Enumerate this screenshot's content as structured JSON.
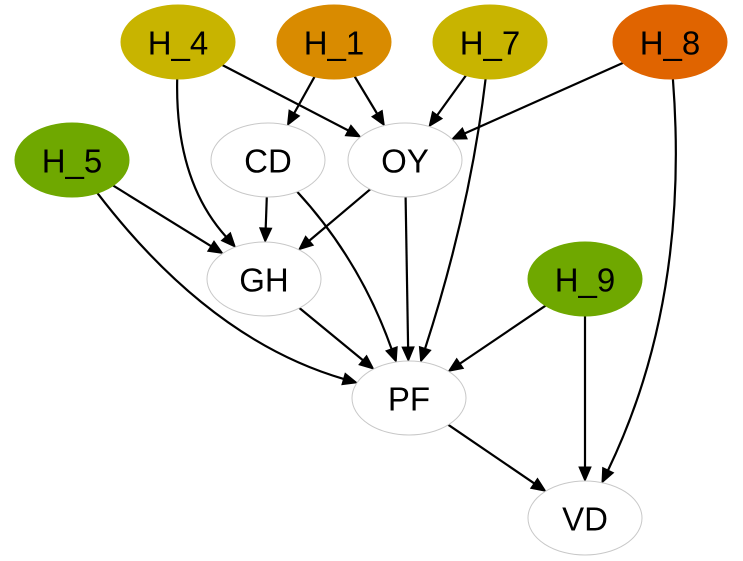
{
  "nodes": [
    {
      "id": "H_4",
      "label": "H_4",
      "fill": "#c8b400",
      "stroke": "#c8b400"
    },
    {
      "id": "H_1",
      "label": "H_1",
      "fill": "#d98b00",
      "stroke": "#d98b00"
    },
    {
      "id": "H_7",
      "label": "H_7",
      "fill": "#c8b400",
      "stroke": "#c8b400"
    },
    {
      "id": "H_8",
      "label": "H_8",
      "fill": "#e06400",
      "stroke": "#e06400"
    },
    {
      "id": "H_5",
      "label": "H_5",
      "fill": "#6fa800",
      "stroke": "#6fa800"
    },
    {
      "id": "CD",
      "label": "CD",
      "fill": "#ffffff",
      "stroke": "#c8c8c8"
    },
    {
      "id": "OY",
      "label": "OY",
      "fill": "#ffffff",
      "stroke": "#c8c8c8"
    },
    {
      "id": "GH",
      "label": "GH",
      "fill": "#ffffff",
      "stroke": "#c8c8c8"
    },
    {
      "id": "H_9",
      "label": "H_9",
      "fill": "#6fa800",
      "stroke": "#6fa800"
    },
    {
      "id": "PF",
      "label": "PF",
      "fill": "#ffffff",
      "stroke": "#c8c8c8"
    },
    {
      "id": "VD",
      "label": "VD",
      "fill": "#ffffff",
      "stroke": "#c8c8c8"
    }
  ],
  "edges": [
    {
      "from": "H_4",
      "to": "OY"
    },
    {
      "from": "H_4",
      "to": "GH"
    },
    {
      "from": "H_1",
      "to": "CD"
    },
    {
      "from": "H_1",
      "to": "OY"
    },
    {
      "from": "H_7",
      "to": "OY"
    },
    {
      "from": "H_7",
      "to": "PF"
    },
    {
      "from": "H_8",
      "to": "OY"
    },
    {
      "from": "H_8",
      "to": "VD"
    },
    {
      "from": "H_5",
      "to": "GH"
    },
    {
      "from": "H_5",
      "to": "PF"
    },
    {
      "from": "CD",
      "to": "GH"
    },
    {
      "from": "CD",
      "to": "PF"
    },
    {
      "from": "OY",
      "to": "GH"
    },
    {
      "from": "OY",
      "to": "PF"
    },
    {
      "from": "GH",
      "to": "PF"
    },
    {
      "from": "H_9",
      "to": "PF"
    },
    {
      "from": "H_9",
      "to": "VD"
    },
    {
      "from": "PF",
      "to": "VD"
    }
  ]
}
